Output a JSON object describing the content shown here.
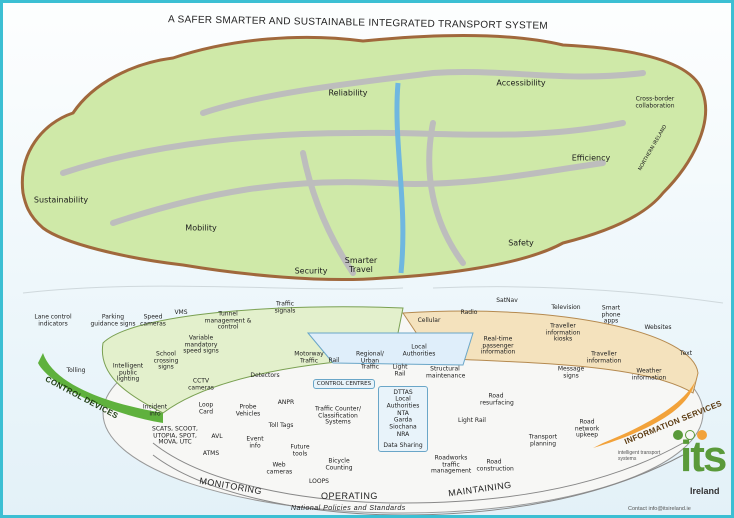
{
  "title": "A SAFER SMARTER AND SUSTAINABLE INTEGRATED TRANSPORT SYSTEM",
  "island": {
    "reliability": "Reliability",
    "accessibility": "Accessibility",
    "sustainability": "Sustainability",
    "mobility": "Mobility",
    "security": "Security",
    "smarter_travel": "Smarter Travel",
    "safety": "Safety",
    "efficiency": "Efficiency",
    "cross_border": "Cross-border collaboration",
    "northern_ireland": "NORTHERN IRELAND"
  },
  "control_devices": {
    "rim": "CONTROL DEVICES",
    "items": [
      "Lane control indicators",
      "Parking guidance signs",
      "Speed cameras",
      "VMS",
      "Tunnel management & control",
      "Traffic signals",
      "Tolling",
      "Intelligent public lighting",
      "School crossing signs",
      "Variable mandatory speed signs"
    ]
  },
  "monitoring": {
    "items": [
      "CCTV cameras",
      "Detectors",
      "Incident info",
      "Loop Card",
      "Probe Vehicles",
      "ANPR",
      "Traffic Counter/ Classification Systems",
      "Toll Tags",
      "AVL",
      "Event info",
      "Future tools",
      "SCATS, SCOOT, UTOPIA, SPOT, MOVA, UTC",
      "ATMS",
      "Bicycle Counting",
      "Web cameras",
      "LOOPS"
    ]
  },
  "control_centres": {
    "label": "CONTROL CENTRES",
    "items": [
      "Motorway Traffic",
      "Rail",
      "Regional/ Urban Traffic",
      "Light Rail",
      "Local Authorities"
    ]
  },
  "data_sharing": {
    "items": [
      "DTTAS",
      "Local Authorities",
      "NTA",
      "Garda Siochana",
      "NRA"
    ],
    "footer": "Data Sharing"
  },
  "information_services": {
    "rim": "INFORMATION SERVICES",
    "items": [
      "Cellular",
      "Radio",
      "SatNav",
      "Television",
      "Smart phone apps",
      "Websites",
      "Text",
      "Real-time passenger information",
      "Traveller information kiosks",
      "Traveller information",
      "Message signs",
      "Weather information"
    ]
  },
  "maintaining": {
    "items": [
      "Structural maintenance",
      "Road resurfacing",
      "Light Rail",
      "Road network upkeep",
      "Transport planning",
      "Roadworks traffic management",
      "Road construction"
    ]
  },
  "rings": {
    "monitoring": "MONITORING",
    "operating": "OPERATING",
    "maintaining": "MAINTAINING",
    "policies": "National Policies and Standards"
  },
  "logo": {
    "text": "its",
    "sub": "intelligent transport systems",
    "country": "Ireland",
    "contact": "Contact info@itsireland.ie"
  },
  "colors": {
    "border": "#3cbfd3",
    "green": "#5a9a3a",
    "orange": "#f2a23a"
  }
}
